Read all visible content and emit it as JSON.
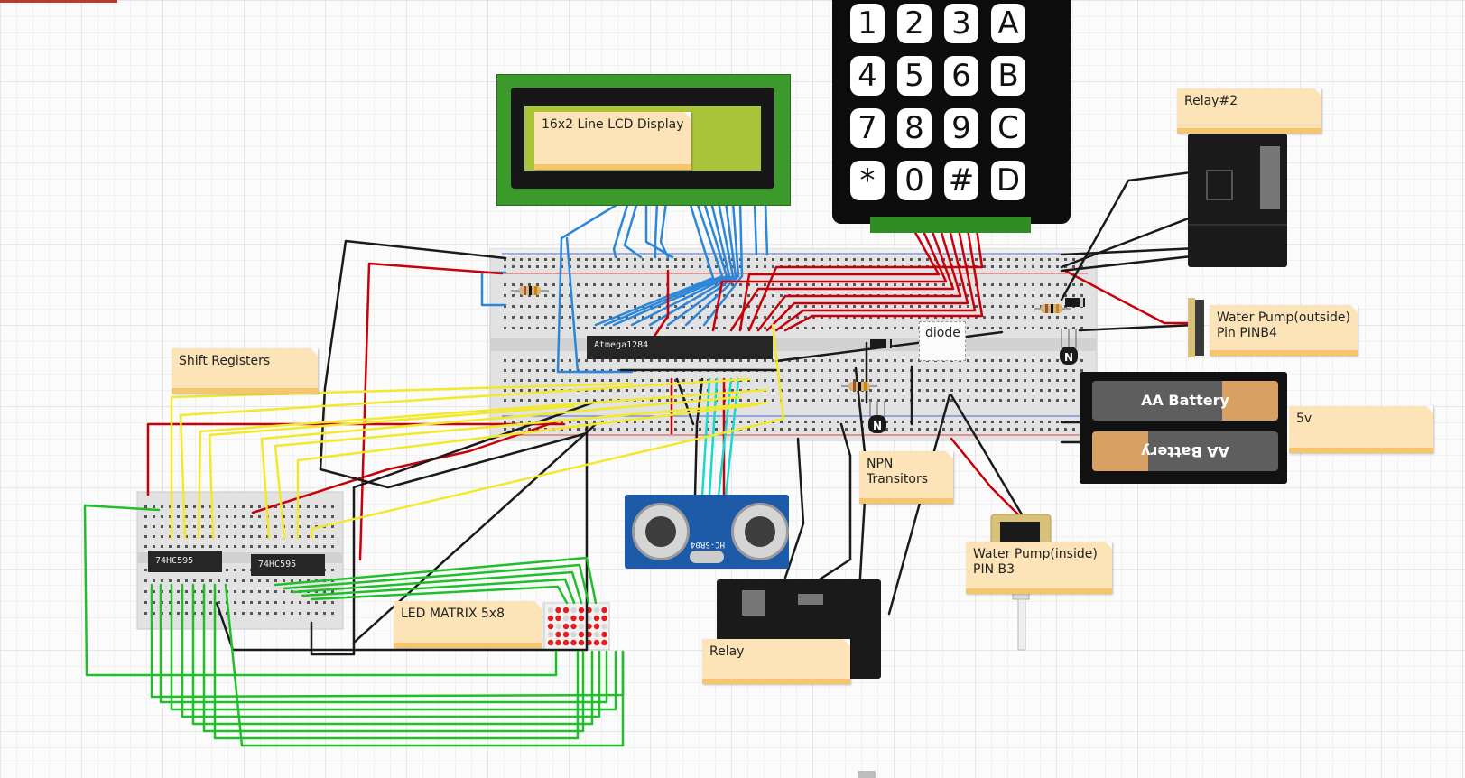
{
  "labels": {
    "lcd": "16x2 Line LCD Display",
    "relay2": "Relay#2",
    "water_pump_outside_line1": "Water Pump(outside)",
    "water_pump_outside_line2": "Pin PINB4",
    "diode": "diode",
    "shift_registers": "Shift Registers",
    "battery_voltage": "5v",
    "npn_line1": "NPN",
    "npn_line2": "Transitors",
    "water_pump_inside_line1": "Water Pump(inside)",
    "water_pump_inside_line2": "PIN B3",
    "led_matrix": "LED MATRIX 5x8",
    "relay": "Relay"
  },
  "components": {
    "mcu_chip": "Atmega1284",
    "shift_chip_1": "74HC595",
    "shift_chip_2": "74HC595",
    "ultrasonic": "HC-SR04",
    "battery_cell_top": "AA Battery",
    "battery_cell_bottom": "AA Battery",
    "npn_marker_1": "N",
    "npn_marker_2": "N"
  },
  "keypad": {
    "keys": [
      "1",
      "2",
      "3",
      "A",
      "4",
      "5",
      "6",
      "B",
      "7",
      "8",
      "9",
      "C",
      "*",
      "0",
      "#",
      "D"
    ]
  },
  "colors": {
    "wire_black": "#1a1a1a",
    "wire_red": "#c8000a",
    "wire_blue": "#2e86d8",
    "wire_yellow": "#f2e92a",
    "wire_green": "#1fbf2a",
    "wire_cyan": "#18d8d0",
    "note_fill": "#fde3b8",
    "note_edge": "#f7c56e",
    "breadboard": "#e6e6e6",
    "lcd_pcb": "#3b9a2b",
    "sensor_pcb": "#1d5aa8",
    "led_on": "#e31d1d"
  },
  "icons": {
    "resistor": "resistor-icon",
    "diode": "diode-icon",
    "transistor": "transistor-icon"
  }
}
